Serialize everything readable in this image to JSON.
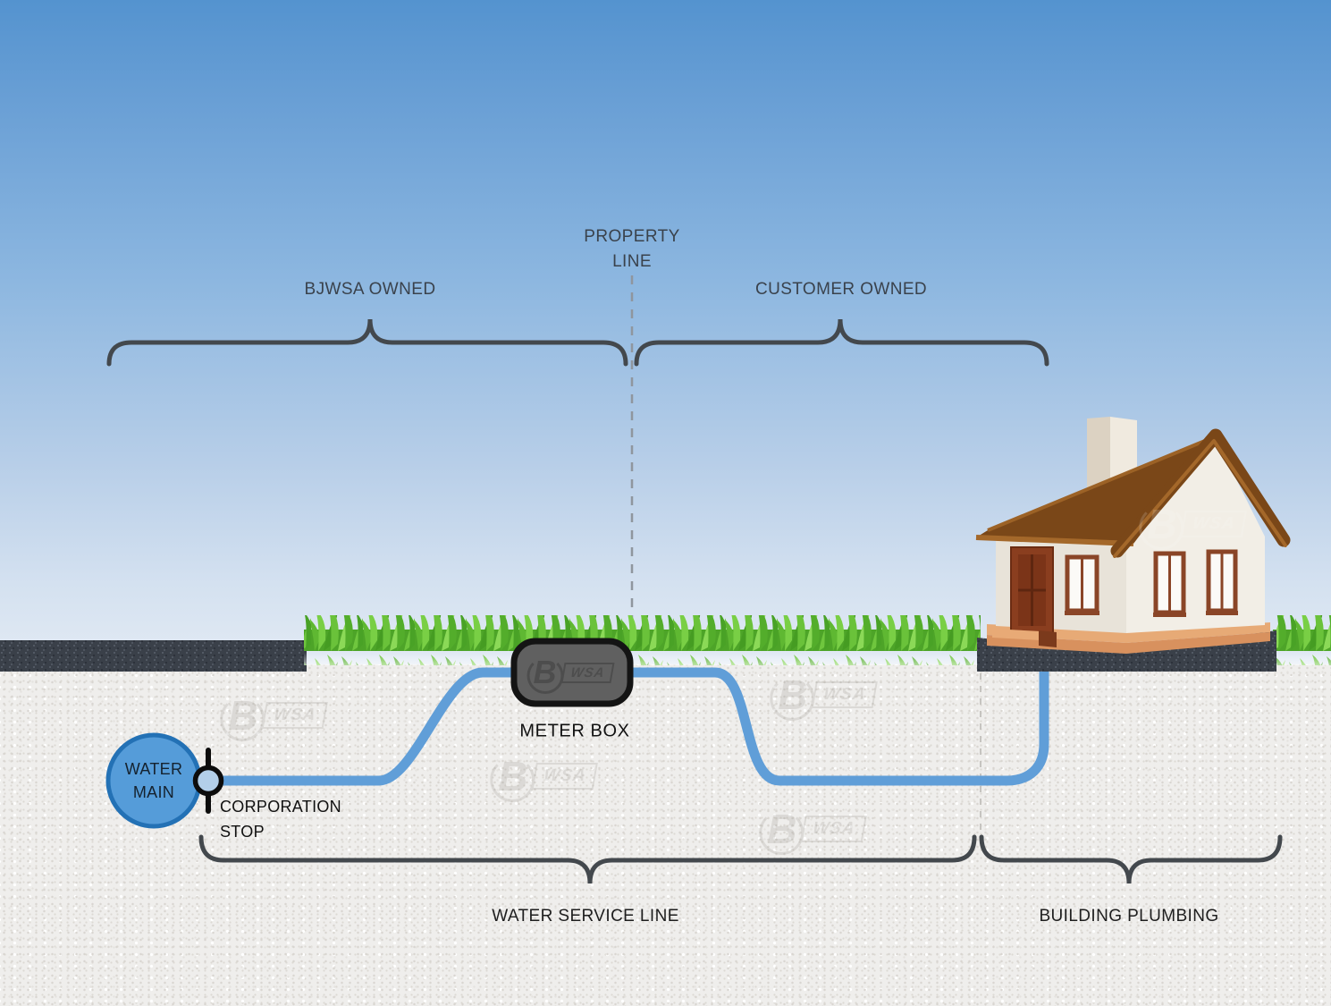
{
  "scene": {
    "labels": {
      "property_line": {
        "line1": "PROPERTY",
        "line2": "LINE"
      },
      "bjwsa_owned": "BJWSA OWNED",
      "customer_owned": "CUSTOMER OWNED",
      "water_service_line": "WATER SERVICE LINE",
      "building_plumbing": "BUILDING PLUMBING",
      "meter_box": "METER BOX",
      "water_main": {
        "line1": "WATER",
        "line2": "MAIN"
      },
      "corporation_stop": {
        "line1": "CORPORATION",
        "line2": "STOP"
      }
    },
    "logo": {
      "b": "B",
      "wsa": "WSA"
    },
    "colors": {
      "sky_top": "#5493cf",
      "sky_bottom": "#e6ecf5",
      "ground": "#efeeec",
      "asphalt": "#3a4049",
      "grass": "#5cb52f",
      "pipe": "#609ed8",
      "water_main_fill": "#559cd9",
      "water_main_stroke": "#2371b5",
      "valve": "#0c0c0c",
      "meter_box_fill": "#606060",
      "meter_box_stroke": "#141414",
      "brace": "#43484d",
      "label_sky": "#3a424c",
      "label_ground": "#1e1e1e",
      "roof": "#7a4718",
      "roof_trim": "#a4682a",
      "wall_side": "#e8e3d9",
      "wall_front": "#f2eee6",
      "door": "#8a3e1f",
      "foundation": "#e7aa76",
      "property_dash": "#8f969e"
    }
  }
}
